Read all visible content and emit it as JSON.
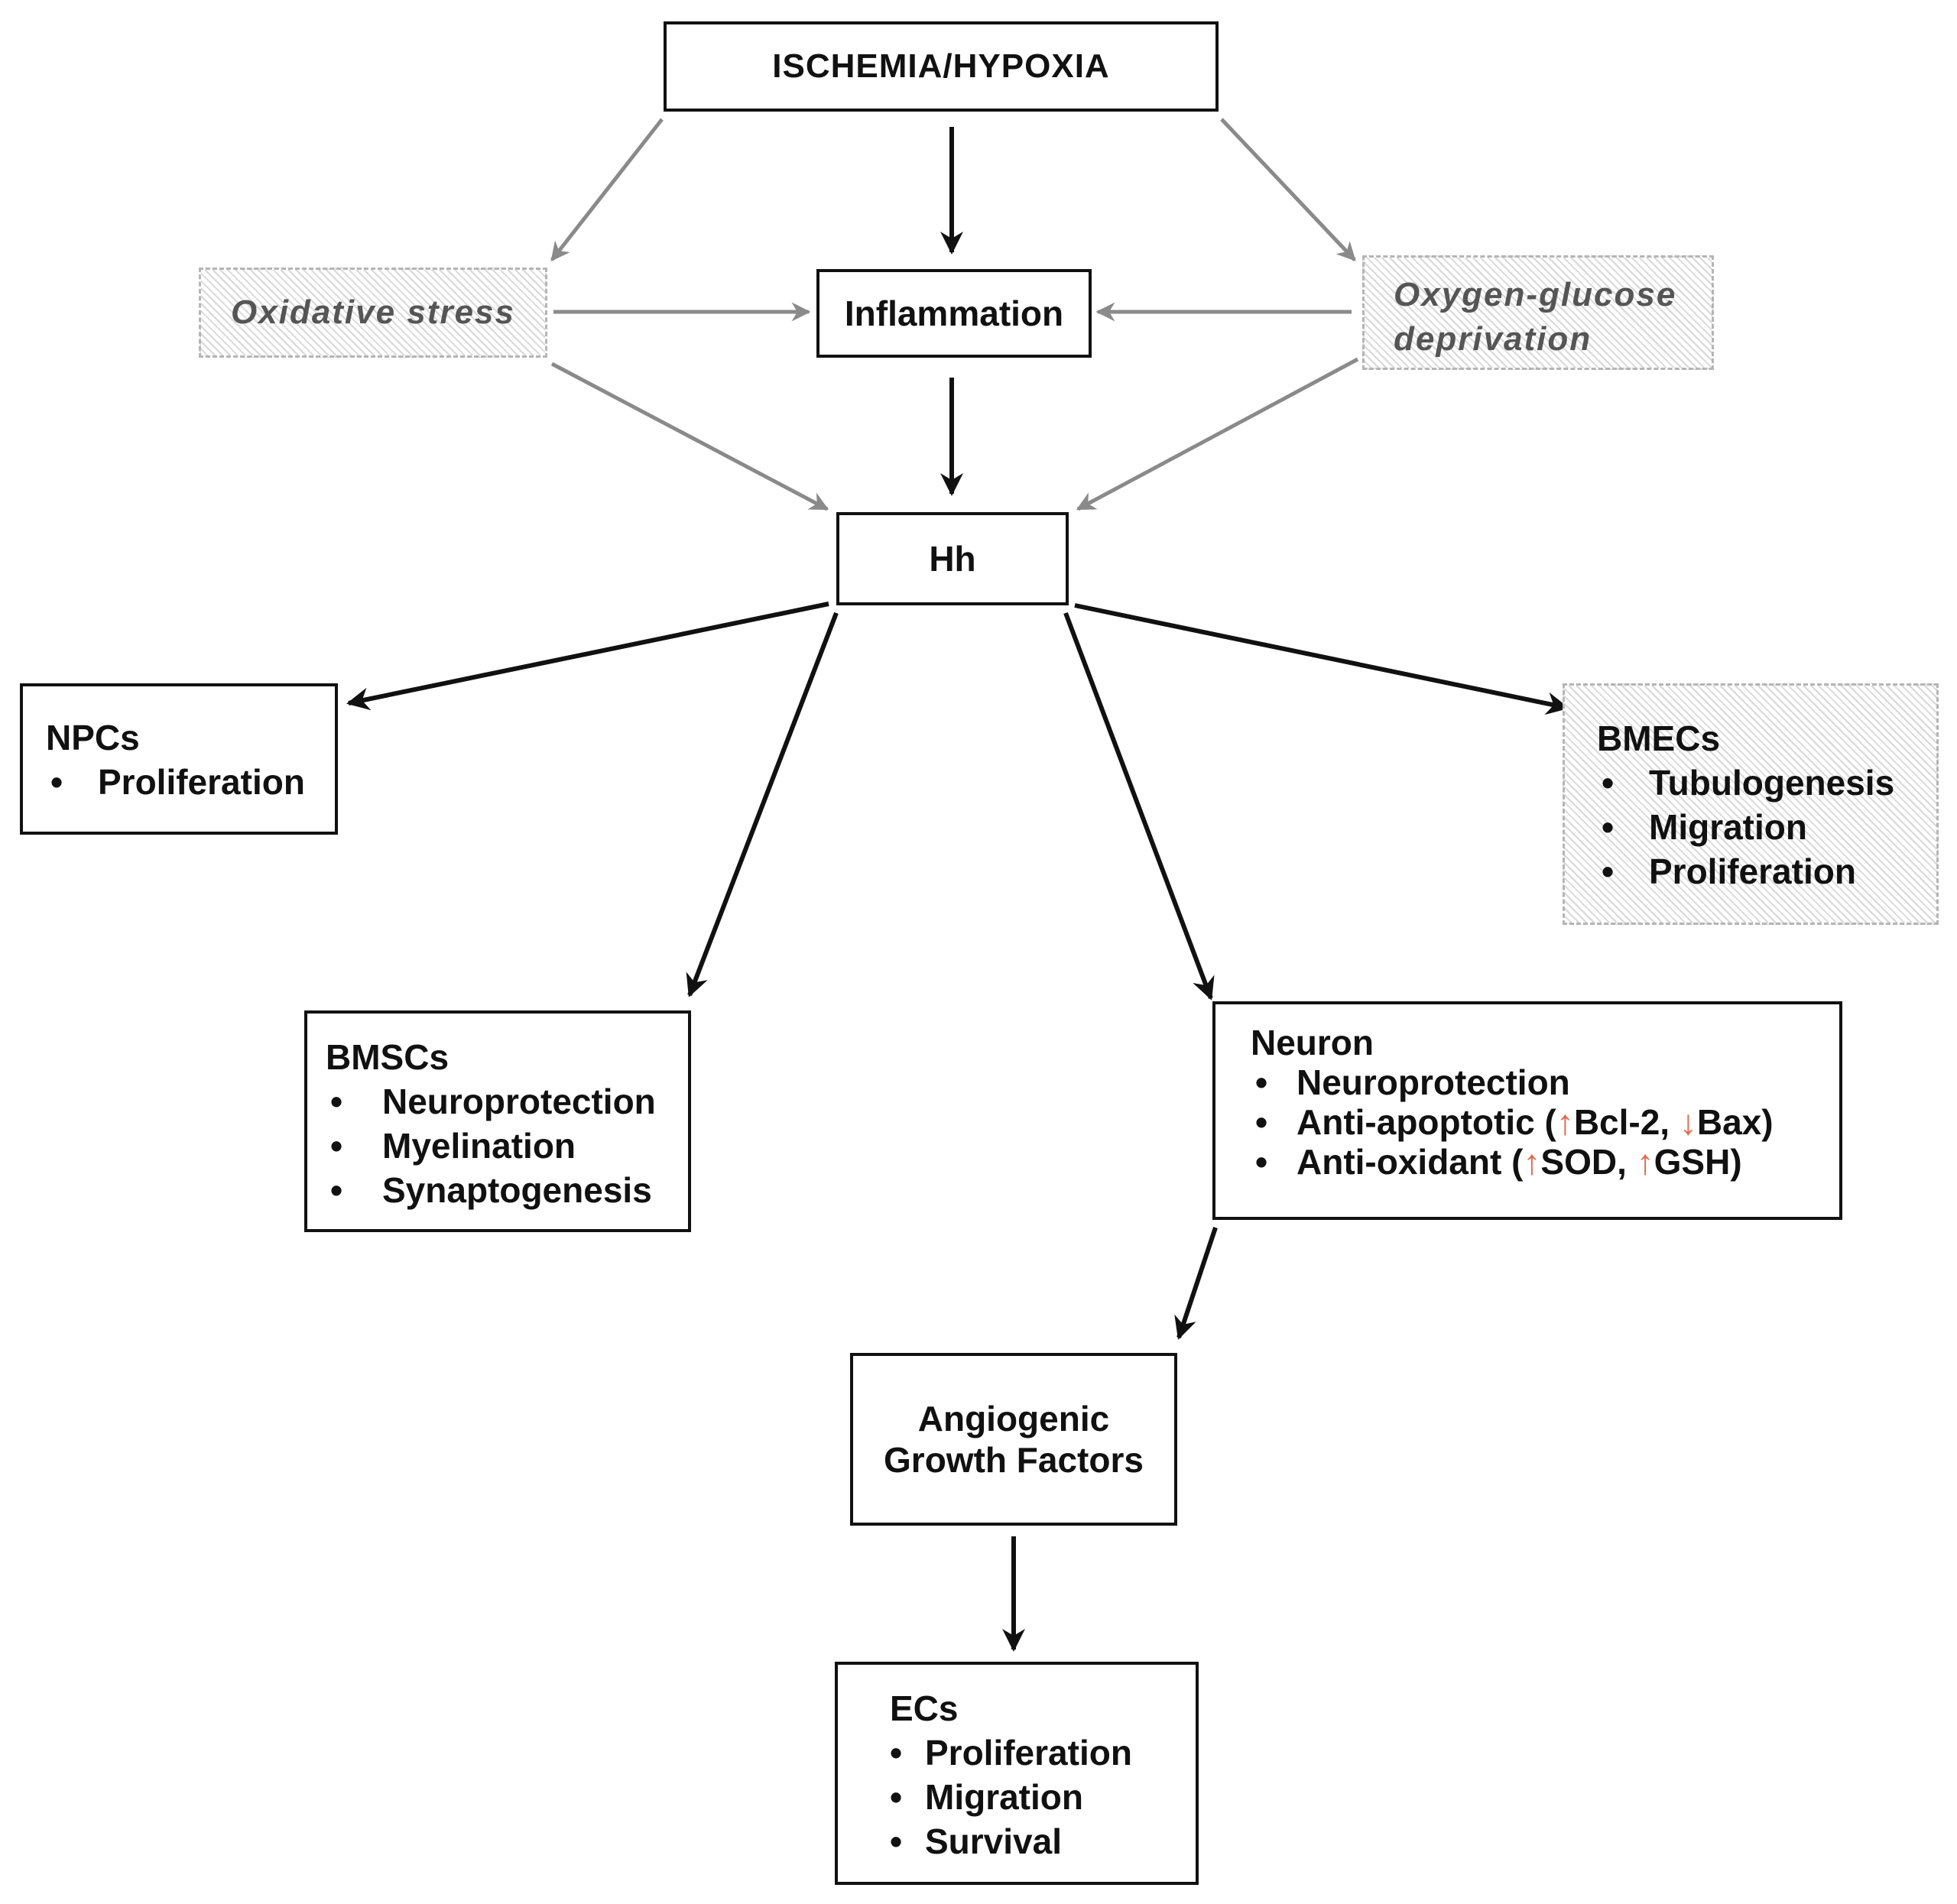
{
  "nodes": {
    "ischemia": "ISCHEMIA/HYPOXIA",
    "oxidative_stress": "Oxidative stress",
    "inflammation": "Inflammation",
    "ogd_line1": "Oxygen-glucose",
    "ogd_line2": "deprivation",
    "hh": "Hh",
    "angio_line1": "Angiogenic",
    "angio_line2": "Growth Factors"
  },
  "npcs": {
    "title": "NPCs",
    "items": [
      "Proliferation"
    ]
  },
  "bmecs": {
    "title": "BMECs",
    "items": [
      "Tubulogenesis",
      "Migration",
      "Proliferation"
    ]
  },
  "bmscs": {
    "title": "BMSCs",
    "items": [
      "Neuroprotection",
      "Myelination",
      "Synaptogenesis"
    ]
  },
  "neuron": {
    "title": "Neuron",
    "item1": "Neuroprotection",
    "item2_prefix": "Anti-apoptotic (",
    "item2_bcl": "Bcl-2, ",
    "item2_bax": "Bax)",
    "item3_prefix": "Anti-oxidant (",
    "item3_sod": "SOD, ",
    "item3_gsh": "GSH)",
    "up_arrow": "↑",
    "down_arrow": "↓"
  },
  "ecs": {
    "title": "ECs",
    "items": [
      "Proliferation",
      "Migration",
      "Survival"
    ]
  },
  "bullet": "•",
  "colors": {
    "black_arrow": "#111111",
    "grey_arrow": "#8a8a8a",
    "up_down_arrow": "#e06a4e"
  }
}
